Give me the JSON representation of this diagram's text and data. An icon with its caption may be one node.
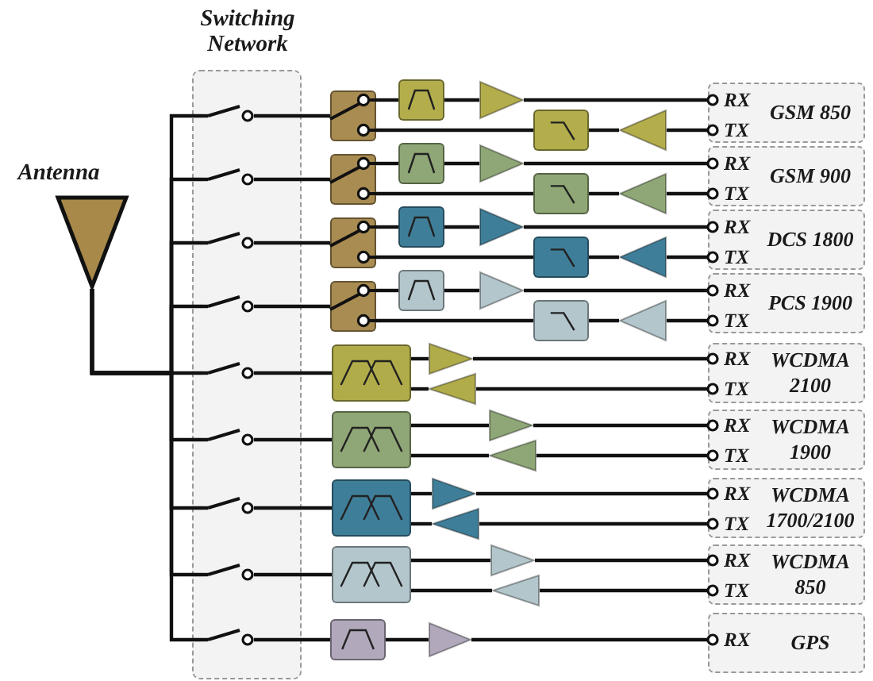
{
  "diagram": {
    "nodes": [
      {
        "text": [
          "Switching Network"
        ]
      },
      {
        "text": [
          "Antenna"
        ]
      },
      {
        "text": [],
        "shape": "switch",
        "in": 0
      },
      {
        "text": [],
        "shape": "box"
      },
      {
        "text": [],
        "shape": "box"
      },
      {
        "text": [],
        "shape": "triangle"
      },
      {
        "text": [],
        "shape": "box"
      },
      {
        "text": [],
        "shape": "triangle"
      },
      {
        "text": [
          "RX",
          "TX",
          "GSM 850"
        ]
      },
      {
        "text": [],
        "shape": "switch",
        "in": 0
      },
      {
        "text": [],
        "shape": "box"
      },
      {
        "text": [],
        "shape": "box"
      },
      {
        "text": [],
        "shape": "triangle"
      },
      {
        "text": [],
        "shape": "box"
      },
      {
        "text": [],
        "shape": "triangle"
      },
      {
        "text": [
          "RX",
          "TX",
          "GSM 900"
        ]
      },
      {
        "text": [],
        "shape": "switch",
        "in": 0
      },
      {
        "text": [],
        "shape": "box"
      },
      {
        "text": [],
        "shape": "box"
      },
      {
        "text": [],
        "shape": "triangle"
      },
      {
        "text": [],
        "shape": "box"
      },
      {
        "text": [],
        "shape": "triangle"
      },
      {
        "text": [
          "RX",
          "TX",
          "DCS 1800"
        ]
      },
      {
        "text": [],
        "shape": "switch",
        "in": 0
      },
      {
        "text": [],
        "shape": "box"
      },
      {
        "text": [],
        "shape": "box"
      },
      {
        "text": [],
        "shape": "triangle"
      },
      {
        "text": [],
        "shape": "box"
      },
      {
        "text": [],
        "shape": "triangle"
      },
      {
        "text": [
          "RX",
          "TX",
          "PCS 1900"
        ]
      },
      {
        "text": [],
        "shape": "switch",
        "in": 0
      },
      {
        "text": [],
        "shape": "box"
      },
      {
        "text": [],
        "shape": "triangle"
      },
      {
        "text": [],
        "shape": "triangle"
      },
      {
        "text": [
          "RX",
          "TX",
          "WCDMA 2100"
        ]
      },
      {
        "text": [],
        "shape": "switch",
        "in": 0
      },
      {
        "text": [],
        "shape": "box"
      },
      {
        "text": [],
        "shape": "triangle"
      },
      {
        "text": [],
        "shape": "triangle"
      },
      {
        "text": [
          "RX",
          "TX",
          "WCDMA 1900"
        ]
      },
      {
        "text": [],
        "shape": "switch",
        "in": 0
      },
      {
        "text": [],
        "shape": "box"
      },
      {
        "text": [],
        "shape": "triangle"
      },
      {
        "text": [],
        "shape": "triangle"
      },
      {
        "text": [
          "RX",
          "TX",
          "WCDMA 1700/2100"
        ]
      },
      {
        "text": [],
        "shape": "switch",
        "in": 0
      },
      {
        "text": [],
        "shape": "box"
      },
      {
        "text": [],
        "shape": "triangle"
      },
      {
        "text": [],
        "shape": "triangle"
      },
      {
        "text": [
          "RX",
          "TX",
          "WCDMA 850"
        ]
      },
      {
        "text": [],
        "shape": "switch",
        "in": 0
      },
      {
        "text": [],
        "shape": "box"
      },
      {
        "text": [],
        "shape": "triangle"
      },
      {
        "text": [
          "RX",
          "GPS"
        ]
      }
    ],
    "edges": [
      {
        "from": 1,
        "to": 2,
        "arrow": "none"
      },
      {
        "from": 1,
        "to": 9,
        "arrow": "none"
      },
      {
        "from": 1,
        "to": 16,
        "arrow": "none"
      },
      {
        "from": 1,
        "to": 23,
        "arrow": "none"
      },
      {
        "from": 1,
        "to": 30,
        "arrow": "none"
      },
      {
        "from": 1,
        "to": 35,
        "arrow": "none"
      },
      {
        "from": 1,
        "to": 40,
        "arrow": "none"
      },
      {
        "from": 1,
        "to": 45,
        "arrow": "none"
      },
      {
        "from": 1,
        "to": 50,
        "arrow": "none"
      },
      {
        "from": 2,
        "to": 3,
        "arrow": "none"
      },
      {
        "from": 3,
        "to": 4,
        "arrow": "none"
      },
      {
        "from": 4,
        "to": 5,
        "arrow": "none"
      },
      {
        "from": 5,
        "to": 8,
        "arrow": "none"
      },
      {
        "from": 8,
        "to": 7,
        "arrow": "none"
      },
      {
        "from": 7,
        "to": 6,
        "arrow": "none"
      },
      {
        "from": 6,
        "to": 3,
        "arrow": "none"
      },
      {
        "from": 9,
        "to": 10,
        "arrow": "none"
      },
      {
        "from": 10,
        "to": 11,
        "arrow": "none"
      },
      {
        "from": 11,
        "to": 12,
        "arrow": "none"
      },
      {
        "from": 12,
        "to": 15,
        "arrow": "none"
      },
      {
        "from": 15,
        "to": 14,
        "arrow": "none"
      },
      {
        "from": 14,
        "to": 13,
        "arrow": "none"
      },
      {
        "from": 13,
        "to": 10,
        "arrow": "none"
      },
      {
        "from": 16,
        "to": 17,
        "arrow": "none"
      },
      {
        "from": 17,
        "to": 18,
        "arrow": "none"
      },
      {
        "from": 18,
        "to": 19,
        "arrow": "none"
      },
      {
        "from": 19,
        "to": 22,
        "arrow": "none"
      },
      {
        "from": 22,
        "to": 21,
        "arrow": "none"
      },
      {
        "from": 21,
        "to": 20,
        "arrow": "none"
      },
      {
        "from": 20,
        "to": 17,
        "arrow": "none"
      },
      {
        "from": 23,
        "to": 24,
        "arrow": "none"
      },
      {
        "from": 24,
        "to": 25,
        "arrow": "none"
      },
      {
        "from": 25,
        "to": 26,
        "arrow": "none"
      },
      {
        "from": 26,
        "to": 29,
        "arrow": "none"
      },
      {
        "from": 29,
        "to": 28,
        "arrow": "none"
      },
      {
        "from": 28,
        "to": 27,
        "arrow": "none"
      },
      {
        "from": 27,
        "to": 24,
        "arrow": "none"
      },
      {
        "from": 30,
        "to": 31,
        "arrow": "none"
      },
      {
        "from": 31,
        "to": 32,
        "arrow": "none"
      },
      {
        "from": 32,
        "to": 34,
        "arrow": "none"
      },
      {
        "from": 34,
        "to": 33,
        "arrow": "none"
      },
      {
        "from": 33,
        "to": 31,
        "arrow": "none"
      },
      {
        "from": 35,
        "to": 36,
        "arrow": "none"
      },
      {
        "from": 36,
        "to": 37,
        "arrow": "none"
      },
      {
        "from": 37,
        "to": 39,
        "arrow": "none"
      },
      {
        "from": 39,
        "to": 38,
        "arrow": "none"
      },
      {
        "from": 38,
        "to": 36,
        "arrow": "none"
      },
      {
        "from": 40,
        "to": 41,
        "arrow": "none"
      },
      {
        "from": 41,
        "to": 42,
        "arrow": "none"
      },
      {
        "from": 42,
        "to": 44,
        "arrow": "none"
      },
      {
        "from": 44,
        "to": 43,
        "arrow": "none"
      },
      {
        "from": 43,
        "to": 41,
        "arrow": "none"
      },
      {
        "from": 45,
        "to": 46,
        "arrow": "none"
      },
      {
        "from": 46,
        "to": 47,
        "arrow": "none"
      },
      {
        "from": 47,
        "to": 49,
        "arrow": "none"
      },
      {
        "from": 49,
        "to": 48,
        "arrow": "none"
      },
      {
        "from": 48,
        "to": 46,
        "arrow": "none"
      },
      {
        "from": 50,
        "to": 51,
        "arrow": "none"
      },
      {
        "from": 51,
        "to": 52,
        "arrow": "none"
      },
      {
        "from": 52,
        "to": 53,
        "arrow": "none"
      }
    ]
  }
}
